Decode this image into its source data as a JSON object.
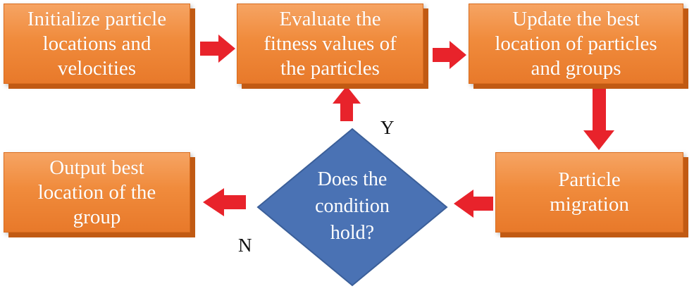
{
  "nodes": {
    "init": {
      "label": "Initialize particle\nlocations and\nvelocities"
    },
    "evaluate": {
      "label": "Evaluate the\nfitness values of\nthe particles"
    },
    "update": {
      "label": "Update the best\nlocation of particles\nand groups"
    },
    "migration": {
      "label": "Particle\nmigration"
    },
    "condition": {
      "label": "Does the\ncondition\nhold?"
    },
    "output": {
      "label": "Output best\nlocation of the\ngroup"
    }
  },
  "edges": {
    "yes_label": "Y",
    "no_label": "N"
  },
  "colors": {
    "box": "#f08b3c",
    "box_side": "#c15a13",
    "diamond": "#4a72b4",
    "arrow": "#e8232b"
  }
}
